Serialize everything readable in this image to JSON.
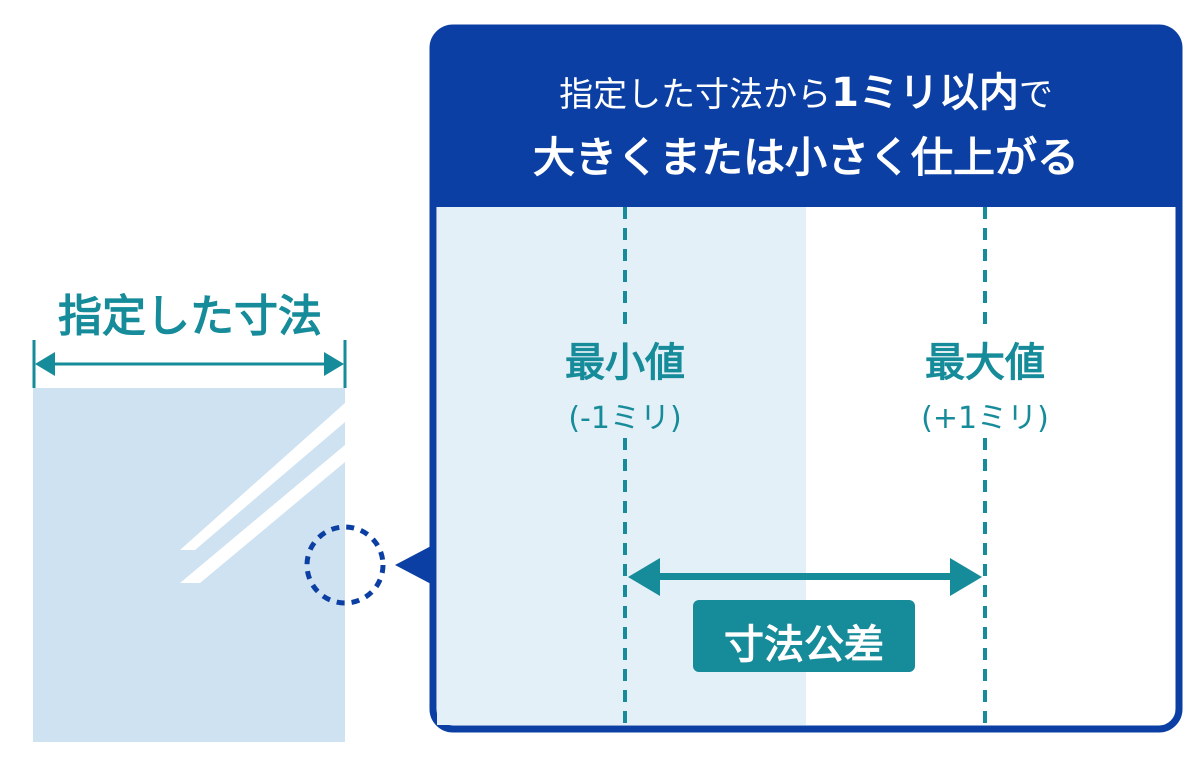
{
  "colors": {
    "navy": "#0c3fa3",
    "teal": "#168b99",
    "pane": "#cfe2f2",
    "light": "#e4f0f8"
  },
  "left": {
    "label": "指定した寸法"
  },
  "callout": {
    "title_pre": "指定した寸法から",
    "title_bold": "1ミリ以内",
    "title_post": "で",
    "title_line2": "大きくまたは小さく仕上がる",
    "min_label": "最小値",
    "min_sub": "(-1ミリ)",
    "max_label": "最大値",
    "max_sub": "(+1ミリ)",
    "tolerance_label": "寸法公差"
  }
}
